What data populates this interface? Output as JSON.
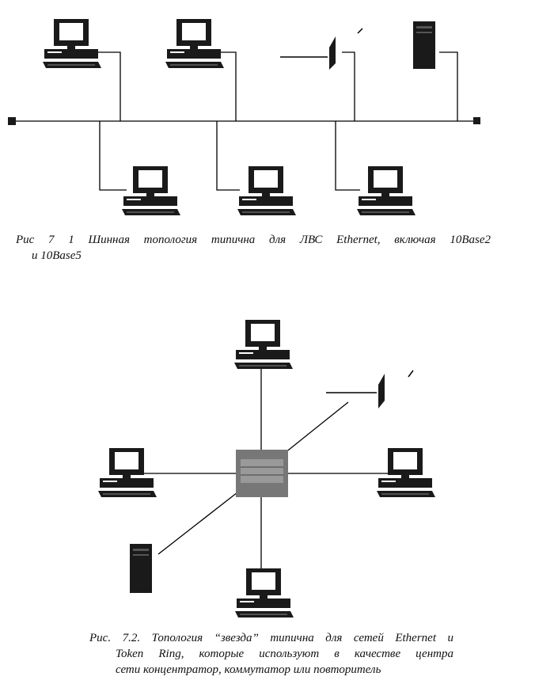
{
  "figure1": {
    "caption_line1": "Рис 7 1  Шинная  топология  типична  для  ЛВС  Ethernet,  включая  10Base2",
    "caption_line2": "и 10Base5"
  },
  "figure2": {
    "caption_line1": "Рис. 7.2.  Топология  “звезда”  типична  для  сетей  Ethernet  и",
    "caption_line2": "Token  Ring,  которые  используют  в  качестве  центра",
    "caption_line3": "сети концентратор, коммутатор или повторитель"
  },
  "icons": {
    "workstation": "workstation-icon",
    "server": "server-tower-icon",
    "printer": "printer-icon",
    "hub": "hub-icon",
    "terminator": "terminator-icon"
  },
  "colors": {
    "line": "#000000",
    "device": "#1a1a1a",
    "screen": "#ffffff",
    "hub_fill": "#777777"
  }
}
